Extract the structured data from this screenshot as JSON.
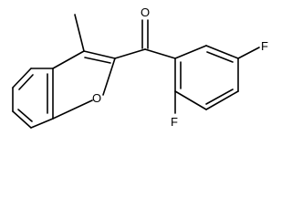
{
  "molecule": {
    "atoms": {
      "carbonyl_oxygen": "O",
      "furan_oxygen": "O",
      "fluorine_top": "F",
      "fluorine_bottom": "F"
    },
    "label_color": "#000000",
    "bond_color": "#000000"
  }
}
